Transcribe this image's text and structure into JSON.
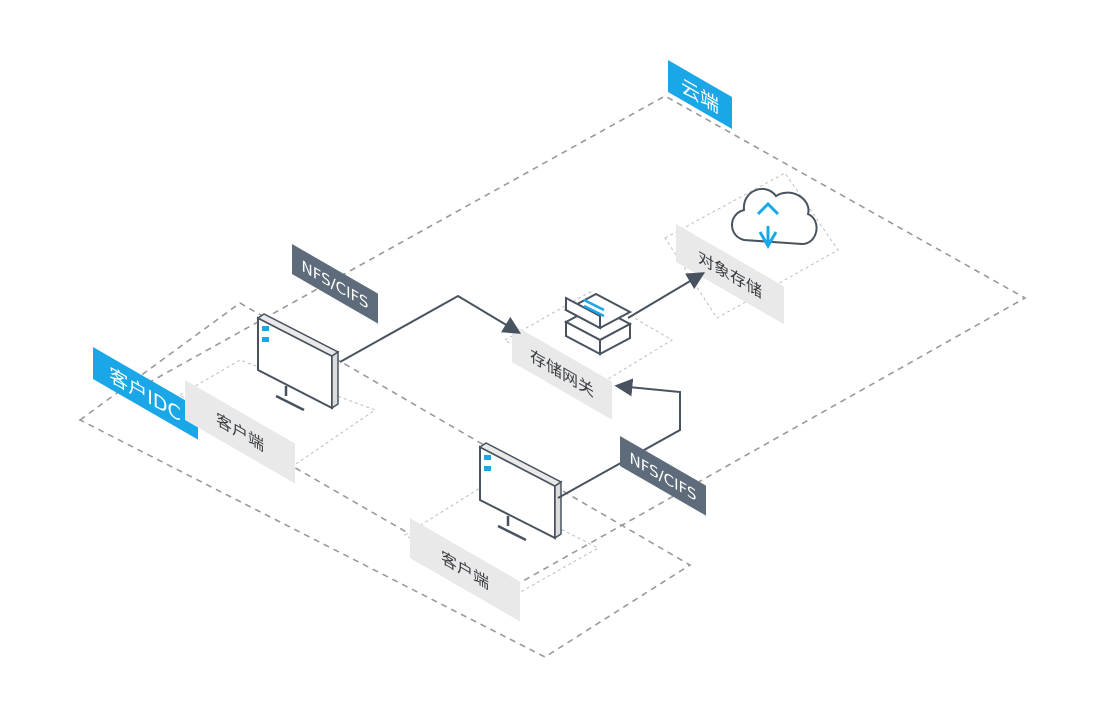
{
  "zones": {
    "cloud_label": "云端",
    "idc_label": "客户IDC"
  },
  "nodes": {
    "object_storage": "对象存储",
    "storage_gateway": "存储网关",
    "client_1": "客户端",
    "client_2": "客户端"
  },
  "links": {
    "protocol_1": "NFS/CIFS",
    "protocol_2": "NFS/CIFS"
  },
  "colors": {
    "accent_blue": "#1aa7e8",
    "tag_gray": "#5d6b7b",
    "line": "#48535f",
    "tile": "#e9e9ea",
    "dash": "#9a9a9a"
  }
}
